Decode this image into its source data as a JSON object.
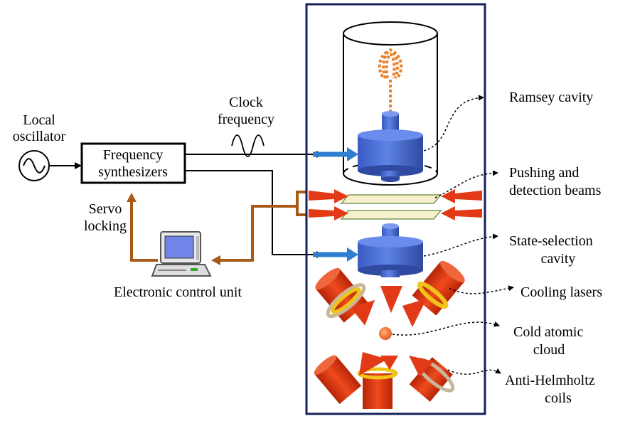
{
  "labels": {
    "local_oscillator": [
      "Local",
      "oscillator"
    ],
    "frequency_synthesizers": [
      "Frequency",
      "synthesizers"
    ],
    "clock_frequency": [
      "Clock",
      "frequency"
    ],
    "servo_locking": [
      "Servo",
      "locking"
    ],
    "electronic_control_unit": "Electronic control unit",
    "ramsey_cavity": "Ramsey cavity",
    "pushing_detection_beams": [
      "Pushing and",
      "detection beams"
    ],
    "state_selection_cavity": [
      "State-selection",
      "cavity"
    ],
    "cooling_lasers": "Cooling lasers",
    "cold_atomic_cloud": [
      "Cold atomic",
      "cloud"
    ],
    "anti_helmholtz_coils": [
      "Anti-Helmholtz",
      "coils"
    ]
  },
  "colors": {
    "frame": "#16205a",
    "cavity": "#4f72d6",
    "cavity_dark": "#3451a8",
    "feed_arrow": "#2f7fd1",
    "servo_line": "#a85a16",
    "laser": "#e23a16",
    "laser_dark": "#b52506",
    "fountain": "#e8822a",
    "atom_cloud": "#ef7b3a",
    "coil_ring": "#c9b79a",
    "coil_band": "#f0c419",
    "plate": "#f6f1cc",
    "plate_edge": "#7a9a5a"
  },
  "icons": [
    "sine-source-icon",
    "computer-icon",
    "sine-wave-icon"
  ]
}
